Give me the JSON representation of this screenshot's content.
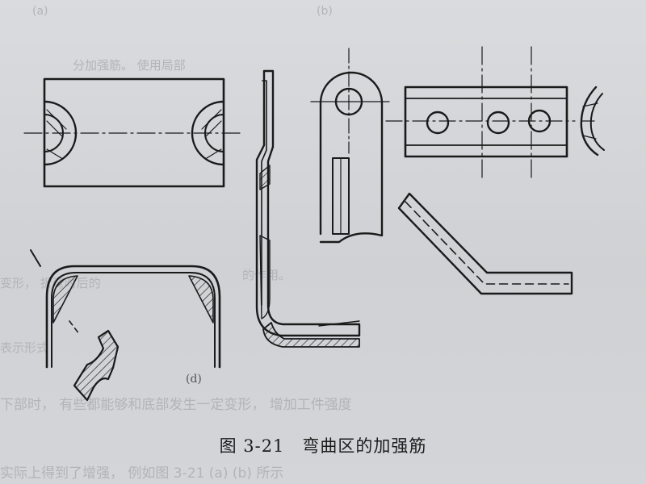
{
  "figure": {
    "number": "图 3-21",
    "title": "弯曲区的加强筋",
    "sub_label_d": "(d)"
  },
  "bleed_through": {
    "top_left": "(a)",
    "top_mid": "(b)",
    "line1": "分加强筋。 使用局部",
    "line2": "的作用。",
    "line3": "下部时，  有些都能够和底部发生一定变形，  增加工件强度",
    "line4": "实际上得到了增强，  例如图 3-21 (a) (b) 所示",
    "line5": "变形，  折弯时后的",
    "line6": "表示形式"
  },
  "colors": {
    "ink": "#1a1a1a",
    "paper": "#d4d6d9",
    "ghost": "#b2b4b7"
  }
}
